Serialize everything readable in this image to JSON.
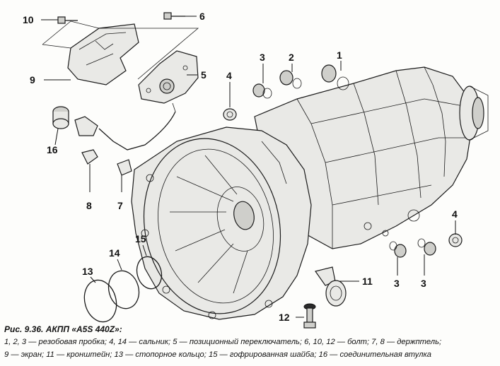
{
  "figure": {
    "caption_title": "Рис. 9.36. АКПП «A5S 440Z»:",
    "caption_legend_line1": "1, 2, 3 — резобовая пробка; 4, 14 — сальник; 5 — позиционный переключатель; 6, 10, 12 — болт; 7, 8 — держптель;",
    "caption_legend_line2": "9 — экран; 11 — кронштейн; 13 — стопорное кольцо; 15 — гофрированная шайба; 16 — соединительная втулка"
  },
  "callouts": {
    "c1": "1",
    "c2": "2",
    "c3_top": "3",
    "c4_top": "4",
    "c5": "5",
    "c6": "6",
    "c7": "7",
    "c8": "8",
    "c9": "9",
    "c10": "10",
    "c11": "11",
    "c12": "12",
    "c13": "13",
    "c14": "14",
    "c15": "15",
    "c16": "16",
    "c4_right": "4",
    "c3_bottom_left": "3",
    "c3_bottom_right": "3"
  }
}
